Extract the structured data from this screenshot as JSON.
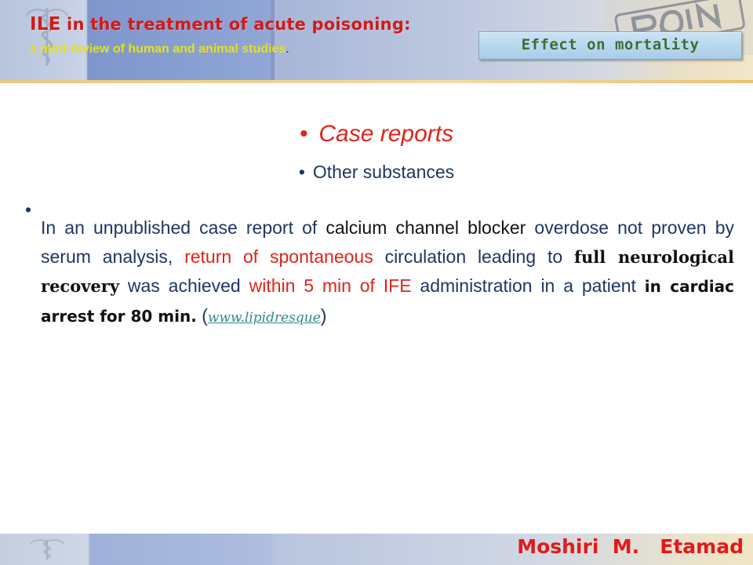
{
  "header": {
    "title_ile": "ILE",
    "title_rest": " in the treatment of acute poisoning:",
    "subtitle": "a mini-review of human and animal studies",
    "subtitle_end": ".",
    "section_button": "Effect  on mortality"
  },
  "content": {
    "heading_1": "Case reports",
    "heading_2": "Other substances",
    "bullet": "•",
    "paragraph": {
      "t1": "In an unpublished case report of ",
      "t2": "calcium channel blocker",
      "t3": " overdose not proven by serum analysis, ",
      "t4": "return of spontaneous",
      "t5": " circulation leading to ",
      "t6": "full neurological recovery",
      "t7": " was achieved ",
      "t8": "within 5 min of IFE",
      "t9": " administration in a patient ",
      "t10": "in cardiac arrest for 80 min.",
      "t11": " (",
      "link": "www.lipidresque",
      "t12": ")"
    }
  },
  "footer": {
    "author": "Moshiri  M.   Etamad"
  },
  "colors": {
    "title_red": "#d21a17",
    "subtitle_yellow": "#e4e21a",
    "body_navy": "#1f3564",
    "accent_red": "#e12317",
    "button_green_text": "#3e6e35",
    "link_teal": "#2f8a86"
  }
}
